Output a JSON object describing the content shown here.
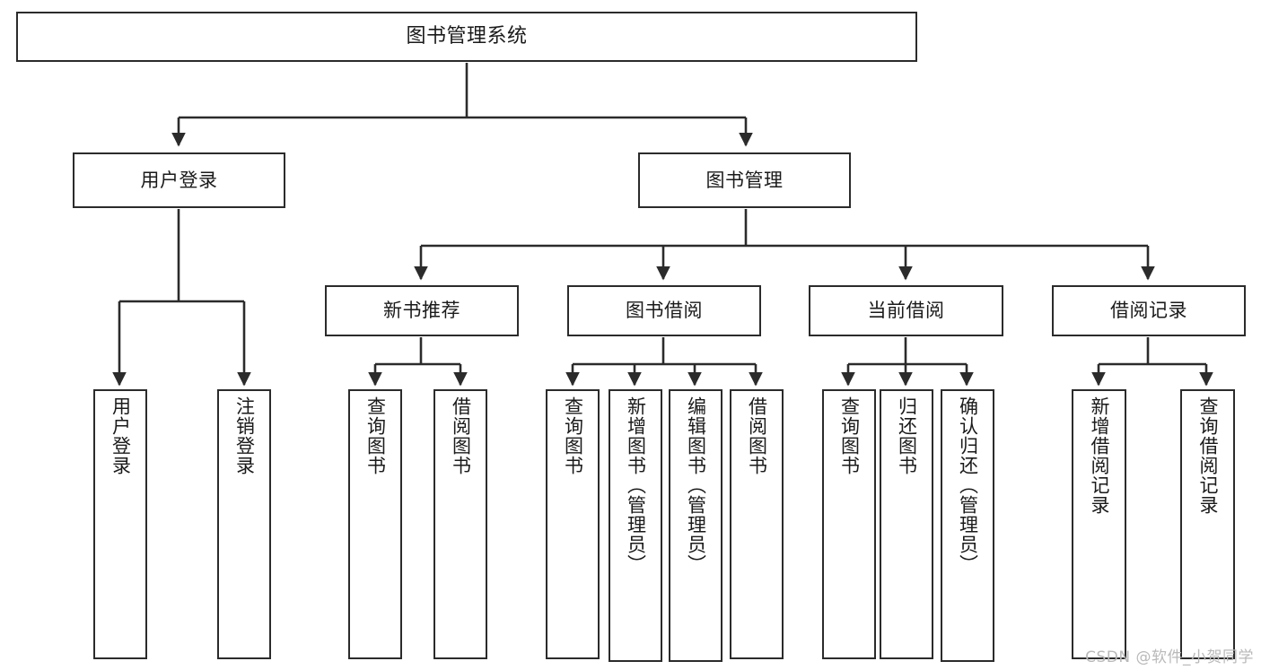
{
  "diagram": {
    "title": "图书管理系统",
    "type": "hierarchy-tree",
    "colors": {
      "box_border": "#2b2b2b",
      "box_fill": "#ffffff",
      "edge": "#2b2b2b",
      "text": "#1a1a1a",
      "watermark": "#b9b9b9",
      "background": "#ffffff"
    },
    "nodes": {
      "root": {
        "label": "图书管理系统"
      },
      "level2": [
        {
          "id": "user-login",
          "label": "用户登录"
        },
        {
          "id": "book-management",
          "label": "图书管理"
        }
      ],
      "level3": [
        {
          "id": "new-book-recommend",
          "label": "新书推荐"
        },
        {
          "id": "book-borrow",
          "label": "图书借阅"
        },
        {
          "id": "current-borrow",
          "label": "当前借阅"
        },
        {
          "id": "borrow-record",
          "label": "借阅记录"
        }
      ],
      "leaves": {
        "user_login": [
          {
            "id": "leaf-user-login",
            "label": "用户登录"
          },
          {
            "id": "leaf-logout",
            "label": "注销登录"
          }
        ],
        "new_book_recommend": [
          {
            "id": "leaf-query-book-1",
            "label": "查询图书"
          },
          {
            "id": "leaf-borrow-book-1",
            "label": "借阅图书"
          }
        ],
        "book_borrow": [
          {
            "id": "leaf-query-book-2",
            "label": "查询图书"
          },
          {
            "id": "leaf-add-book",
            "label": "新增图书（管理员）"
          },
          {
            "id": "leaf-edit-book",
            "label": "编辑图书（管理员）"
          },
          {
            "id": "leaf-borrow-book-2",
            "label": "借阅图书"
          }
        ],
        "current_borrow": [
          {
            "id": "leaf-query-book-3",
            "label": "查询图书"
          },
          {
            "id": "leaf-return-book",
            "label": "归还图书"
          },
          {
            "id": "leaf-confirm-return",
            "label": "确认归还（管理员）"
          }
        ],
        "borrow_record": [
          {
            "id": "leaf-add-record",
            "label": "新增借阅记录"
          },
          {
            "id": "leaf-query-record",
            "label": "查询借阅记录"
          }
        ]
      }
    }
  },
  "watermark": {
    "text": "CSDN @软件_小贺同学"
  }
}
